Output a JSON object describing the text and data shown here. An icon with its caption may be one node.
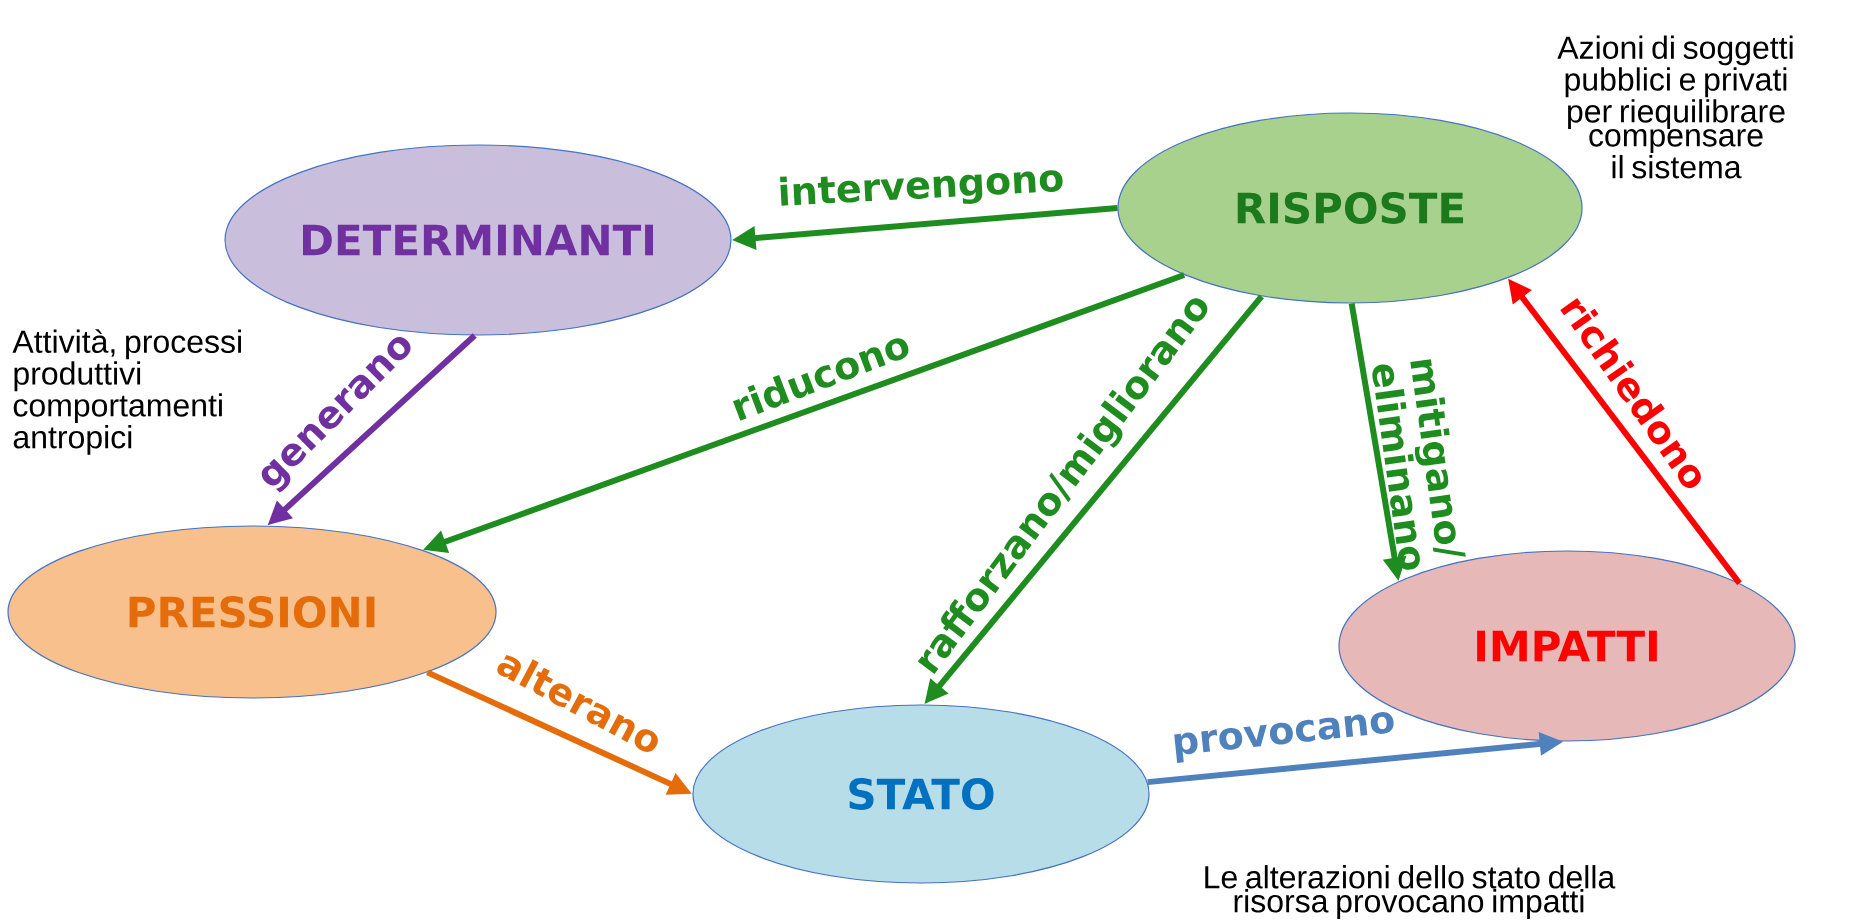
{
  "diagram": {
    "nodes": [
      {
        "text": [
          "DETERMINANTI"
        ],
        "beside": [
          "Attività, processi produttivi comportamenti antropici"
        ]
      },
      {
        "text": [
          "RISPOSTE"
        ],
        "beside": [
          "Azioni di soggetti pubblici e privati per riequilibrare compensare il sistema"
        ]
      },
      {
        "text": [
          "PRESSIONI"
        ]
      },
      {
        "text": [
          "STATO"
        ],
        "beside": [
          "Le alterazioni dello stato della risorsa provocano impatti"
        ]
      },
      {
        "text": [
          "IMPATTI"
        ]
      }
    ],
    "edges": [
      {
        "from": 1,
        "to": 0,
        "arrow": "to",
        "label": "intervengono"
      },
      {
        "from": 0,
        "to": 2,
        "arrow": "to",
        "label": "generano",
        "color": "#7030a0"
      },
      {
        "from": 1,
        "to": 2,
        "arrow": "to",
        "label": "riducono"
      },
      {
        "from": 1,
        "to": 3,
        "arrow": "to",
        "label": "rafforzano/migliorano"
      },
      {
        "from": 1,
        "to": 4,
        "arrow": "to",
        "label": "mitigano/ eliminano"
      },
      {
        "from": 4,
        "to": 1,
        "arrow": "to",
        "label": "richiedono",
        "color": "#ff0000"
      },
      {
        "from": 2,
        "to": 3,
        "arrow": "to",
        "label": "alterano",
        "color": "#e46c0a"
      },
      {
        "from": 3,
        "to": 4,
        "arrow": "to",
        "label": "provocano",
        "color": "#4f81bd"
      }
    ]
  }
}
